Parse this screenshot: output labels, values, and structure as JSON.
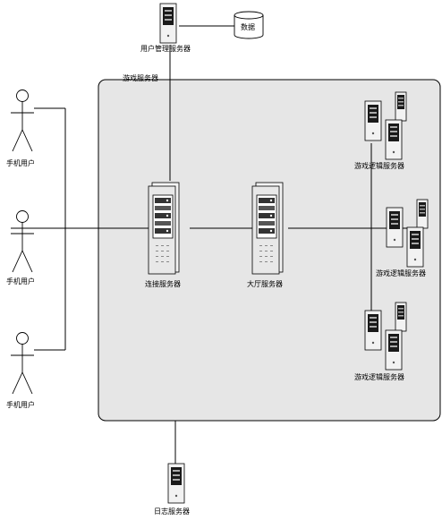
{
  "labels": {
    "user_mgmt_server": "用户管理服务器",
    "database": "数据",
    "game_server_group": "游戏服务器",
    "mobile_user_1": "手机用户",
    "mobile_user_2": "手机用户",
    "mobile_user_3": "手机用户",
    "connection_server": "连接服务器",
    "lobby_server": "大厅服务器",
    "game_logic_server_1": "游戏逻辑服务器",
    "game_logic_server_2": "游戏逻辑服务器",
    "game_logic_server_3": "游戏逻辑服务器",
    "log_server": "日志服务器"
  },
  "icons": {
    "server": "server-tower-icon",
    "small_server": "small-server-icon",
    "database": "database-cylinder-icon",
    "user": "stick-figure-user-icon"
  },
  "colors": {
    "group_fill": "#e6e6e6",
    "group_stroke": "#000000",
    "server_body": "#f2f2f2",
    "server_dark": "#1a1a1a"
  }
}
